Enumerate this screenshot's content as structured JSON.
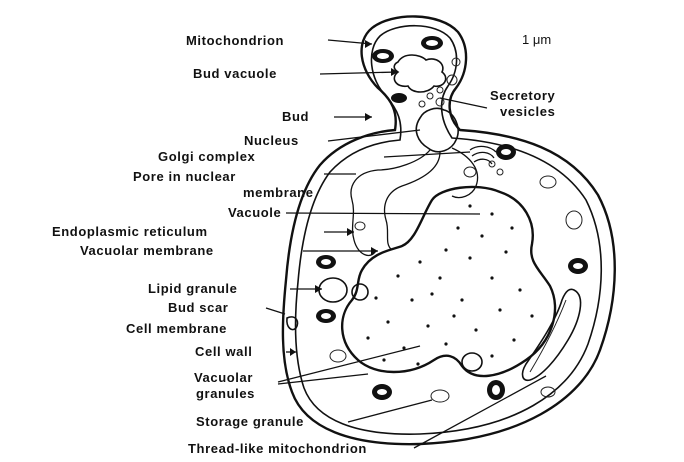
{
  "diagram": {
    "scale_label": "1 μm",
    "labels": {
      "mitochondrion": "Mitochondrion",
      "bud_vacuole": "Bud vacuole",
      "bud": "Bud",
      "secretory_vesicles_1": "Secretory",
      "secretory_vesicles_2": "vesicles",
      "nucleus": "Nucleus",
      "golgi_complex": "Golgi complex",
      "pore_1": "Pore in nuclear",
      "pore_2": "membrane",
      "vacuole": "Vacuole",
      "endoplasmic_reticulum": "Endoplasmic reticulum",
      "vacuolar_membrane": "Vacuolar membrane",
      "lipid_granule": "Lipid granule",
      "bud_scar": "Bud scar",
      "cell_membrane": "Cell membrane",
      "cell_wall": "Cell wall",
      "vacuolar_granules_1": "Vacuolar",
      "vacuolar_granules_2": "granules",
      "storage_granule": "Storage granule",
      "thread_like_mitochondrion": "Thread-like mitochondrion"
    }
  }
}
